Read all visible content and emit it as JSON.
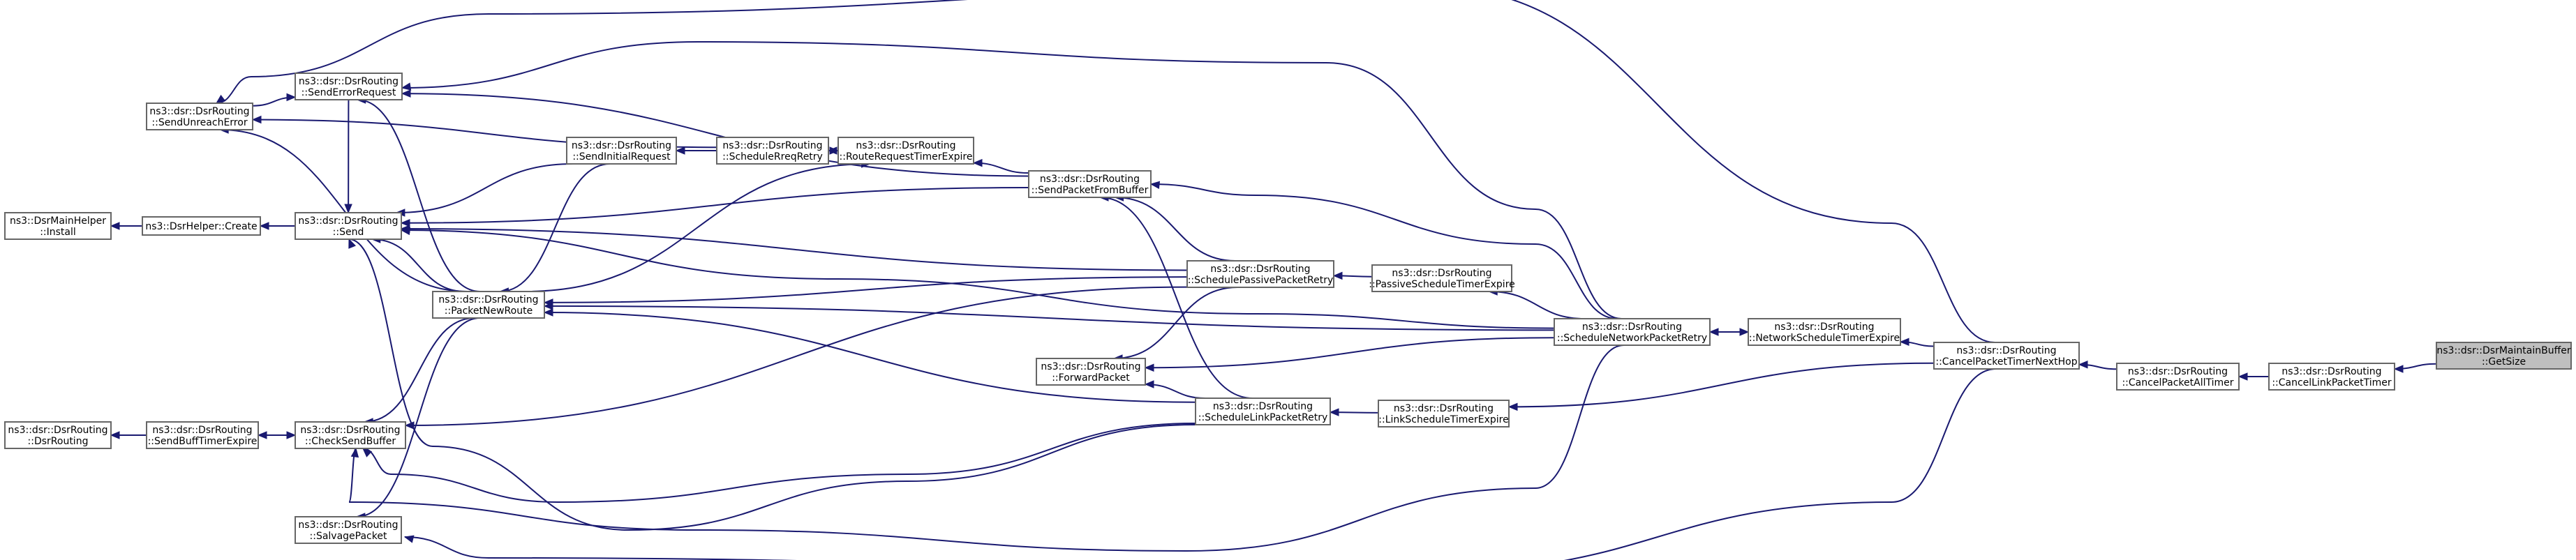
{
  "nodes": {
    "getsize": [
      "ns3::dsr::DsrMaintainBuffer",
      "::GetSize"
    ],
    "cancellink": [
      "ns3::dsr::DsrRouting",
      "::CancelLinkPacketTimer"
    ],
    "cancelall": [
      "ns3::dsr::DsrRouting",
      "::CancelPacketAllTimer"
    ],
    "cancelnext": [
      "ns3::dsr::DsrRouting",
      "::CancelPacketTimerNextHop"
    ],
    "netsched": [
      "ns3::dsr::DsrRouting",
      "::NetworkScheduleTimerExpire"
    ],
    "schednet": [
      "ns3::dsr::DsrRouting",
      "::ScheduleNetworkPacketRetry"
    ],
    "passexp": [
      "ns3::dsr::DsrRouting",
      "::PassiveScheduleTimerExpire"
    ],
    "linkexp": [
      "ns3::dsr::DsrRouting",
      "::LinkScheduleTimerExpire"
    ],
    "schedpass": [
      "ns3::dsr::DsrRouting",
      "::SchedulePassivePacketRetry"
    ],
    "schedlink": [
      "ns3::dsr::DsrRouting",
      "::ScheduleLinkPacketRetry"
    ],
    "forward": [
      "ns3::dsr::DsrRouting",
      "::ForwardPacket"
    ],
    "sendbuf": [
      "ns3::dsr::DsrRouting",
      "::SendPacketFromBuffer"
    ],
    "routereq": [
      "ns3::dsr::DsrRouting",
      "::RouteRequestTimerExpire"
    ],
    "schedreq": [
      "ns3::dsr::DsrRouting",
      "::ScheduleRreqRetry"
    ],
    "sendinit": [
      "ns3::dsr::DsrRouting",
      "::SendInitialRequest"
    ],
    "senderr": [
      "ns3::dsr::DsrRouting",
      "::SendErrorRequest"
    ],
    "sendunreach": [
      "ns3::dsr::DsrRouting",
      "::SendUnreachError"
    ],
    "send": [
      "ns3::dsr::DsrRouting",
      "::Send"
    ],
    "packetnew": [
      "ns3::dsr::DsrRouting",
      "::PacketNewRoute"
    ],
    "checksend": [
      "ns3::dsr::DsrRouting",
      "::CheckSendBuffer"
    ],
    "salvage": [
      "ns3::dsr::DsrRouting",
      "::SalvagePacket"
    ],
    "sendbufexp": [
      "ns3::dsr::DsrRouting",
      "::SendBuffTimerExpire"
    ],
    "dsrrouting": [
      "ns3::dsr::DsrRouting",
      "::DsrRouting"
    ],
    "helpercreate": [
      "ns3::DsrHelper::Create"
    ],
    "maininstall": [
      "ns3::DsrMainHelper",
      "::Install"
    ]
  },
  "edges": [
    [
      "cancellink",
      "getsize"
    ],
    [
      "cancelall",
      "cancellink"
    ],
    [
      "cancelnext",
      "cancelall"
    ],
    [
      "netsched",
      "cancelnext"
    ],
    [
      "schednet",
      "netsched"
    ],
    [
      "netsched",
      "schednet"
    ],
    [
      "linkexp",
      "cancelnext"
    ],
    [
      "schedlink",
      "linkexp"
    ],
    [
      "schedpass",
      "passexp"
    ],
    [
      "passexp",
      "schednet"
    ],
    [
      "sendbuf",
      "schednet"
    ],
    [
      "packetnew",
      "schednet"
    ],
    [
      "forward",
      "schednet"
    ],
    [
      "checksend",
      "schednet"
    ],
    [
      "send",
      "schednet"
    ],
    [
      "senderr",
      "schednet"
    ],
    [
      "sendunreach",
      "cancelnext"
    ],
    [
      "salvage",
      "cancelnext"
    ],
    [
      "sendbuf",
      "schedpass"
    ],
    [
      "send",
      "schedpass"
    ],
    [
      "packetnew",
      "schedpass"
    ],
    [
      "forward",
      "schedpass"
    ],
    [
      "checksend",
      "schedpass"
    ],
    [
      "sendbuf",
      "schedlink"
    ],
    [
      "forward",
      "schedlink"
    ],
    [
      "packetnew",
      "schedlink"
    ],
    [
      "checksend",
      "schedlink"
    ],
    [
      "send",
      "schedlink"
    ],
    [
      "routereq",
      "sendbuf"
    ],
    [
      "send",
      "sendbuf"
    ],
    [
      "senderr",
      "sendbuf"
    ],
    [
      "schedreq",
      "routereq"
    ],
    [
      "routereq",
      "schedreq"
    ],
    [
      "sendinit",
      "schedreq"
    ],
    [
      "sendunreach",
      "schedreq"
    ],
    [
      "routereq",
      "packetnew"
    ],
    [
      "send",
      "sendinit"
    ],
    [
      "packetnew",
      "sendinit"
    ],
    [
      "send",
      "senderr"
    ],
    [
      "senderr",
      "sendunreach"
    ],
    [
      "sendunreach",
      "packetnew"
    ],
    [
      "senderr",
      "packetnew"
    ],
    [
      "send",
      "packetnew"
    ],
    [
      "checksend",
      "packetnew"
    ],
    [
      "salvage",
      "packetnew"
    ],
    [
      "helpercreate",
      "send"
    ],
    [
      "maininstall",
      "helpercreate"
    ],
    [
      "sendbufexp",
      "checksend"
    ],
    [
      "checksend",
      "sendbufexp"
    ],
    [
      "dsrrouting",
      "sendbufexp"
    ]
  ]
}
